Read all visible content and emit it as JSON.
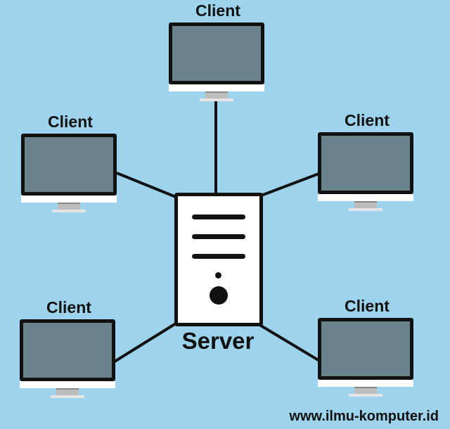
{
  "diagram": {
    "clients": [
      {
        "id": "top",
        "label": "Client"
      },
      {
        "id": "upper-left",
        "label": "Client"
      },
      {
        "id": "upper-right",
        "label": "Client"
      },
      {
        "id": "lower-left",
        "label": "Client"
      },
      {
        "id": "lower-right",
        "label": "Client"
      }
    ],
    "server": {
      "label": "Server"
    },
    "watermark": "www.ilmu-komputer.id"
  },
  "colors": {
    "background": "#9dd3ec",
    "screen": "#69828c",
    "outline": "#111111",
    "server_body": "#ffffff"
  },
  "icons": [
    "monitor-icon",
    "server-tower-icon"
  ]
}
